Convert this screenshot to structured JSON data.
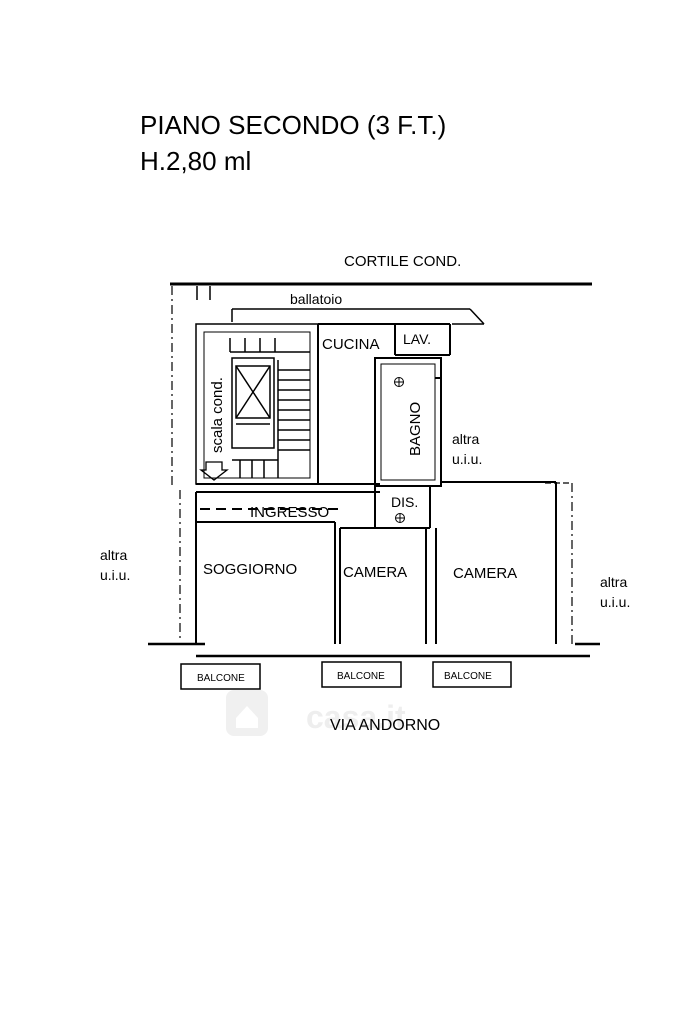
{
  "header": {
    "title_line1": "PIANO SECONDO (3 F.T.)",
    "title_line2": "H.2,80 ml"
  },
  "plan": {
    "courtyard": "CORTILE COND.",
    "walkway": "ballatoio",
    "stairs": "scala cond.",
    "rooms": {
      "kitchen": "CUCINA",
      "laundry": "LAV.",
      "bathroom": "BAGNO",
      "entrance": "INGRESSO",
      "hallway": "DIS.",
      "living": "SOGGIORNO",
      "bedroom1": "CAMERA",
      "bedroom2": "CAMERA"
    },
    "balconies": [
      "BALCONE",
      "BALCONE",
      "BALCONE"
    ],
    "neighbors": {
      "right_upper": [
        "altra",
        "u.i.u."
      ],
      "left": [
        "altra",
        "u.i.u."
      ],
      "right": [
        "altra",
        "u.i.u."
      ]
    },
    "street": "VIA ANDORNO"
  },
  "watermark": "casa.it",
  "colors": {
    "line": "#000000",
    "watermark": "#e6e6e6"
  }
}
